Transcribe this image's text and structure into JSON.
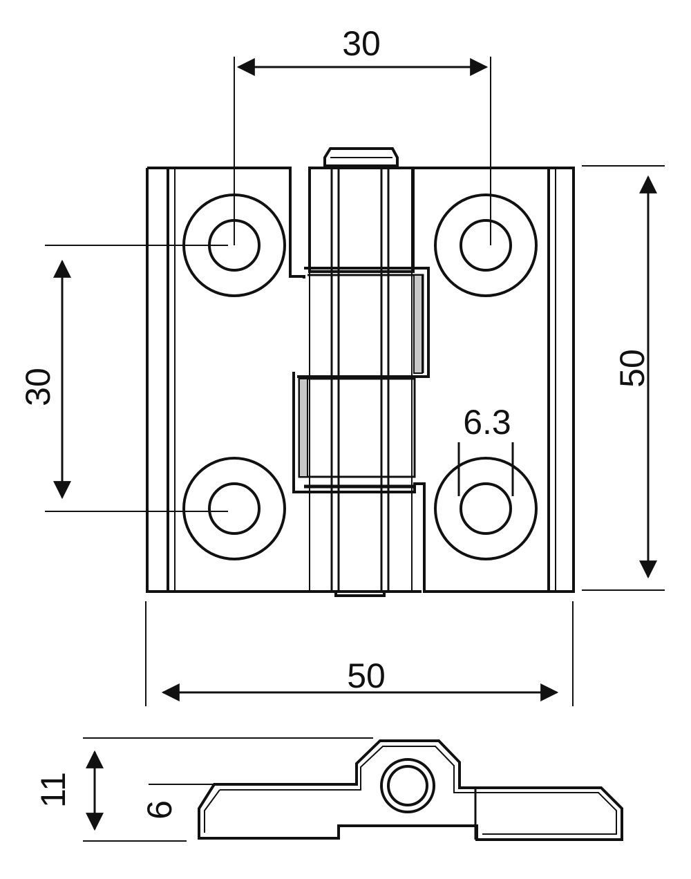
{
  "diagram": {
    "dimensions": {
      "hole_spacing_horizontal": "30",
      "hole_spacing_vertical": "30",
      "overall_height": "50",
      "overall_width": "50",
      "hole_diameter": "6.3",
      "side_total_thickness": "11",
      "side_leaf_thickness": "6"
    }
  }
}
